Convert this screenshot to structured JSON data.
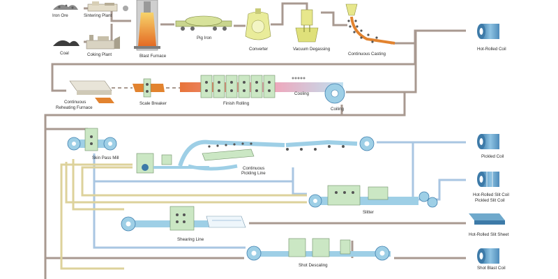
{
  "labels": {
    "iron_ore": "Iron Ore",
    "sintering_plant": "Sintering Plant",
    "coal": "Coal",
    "coking_plant": "Coking Plant",
    "blast_furnace": "Blast Furnace",
    "pig_iron": "Pig Iron",
    "converter": "Converter",
    "vacuum_degassing": "Vacuum Degassing",
    "continuous_casting": "Continuous Casting",
    "hot_rolled_coil": "Hot-Rolled Coil",
    "reheating_1": "Continuous",
    "reheating_2": "Reheating Furnace",
    "scale_breaker": "Scale Breaker",
    "finish_rolling": "Finish Rolling",
    "cooling": "Cooling",
    "coiling": "Coiling",
    "skin_pass_mill": "Skin Pass Mill",
    "pickling_1": "Continuous",
    "pickling_2": "Pickling Line",
    "pickled_coil": "Pickled Coil",
    "slit_coil_1": "Hot-Rolled Slit Coil",
    "slit_coil_2": "Pickled Slit Coil",
    "slitter": "Slitter",
    "shearing_line": "Shearing Line",
    "slit_sheet": "Hot-Rolled Slit Sheet",
    "shot_descaling": "Shot Descaling",
    "shot_blast_coil": "Shot Blast Coil"
  },
  "colors": {
    "main_flow": "#a89990",
    "pickled_flow": "#a9c6e2",
    "skin_pass_flow": "#ddd29b",
    "equipment_green": "#cbe7c4",
    "equipment_blue": "#9ecfe6",
    "coil_blue": "#6fa9cc",
    "furnace_orange": "#e2832f"
  }
}
